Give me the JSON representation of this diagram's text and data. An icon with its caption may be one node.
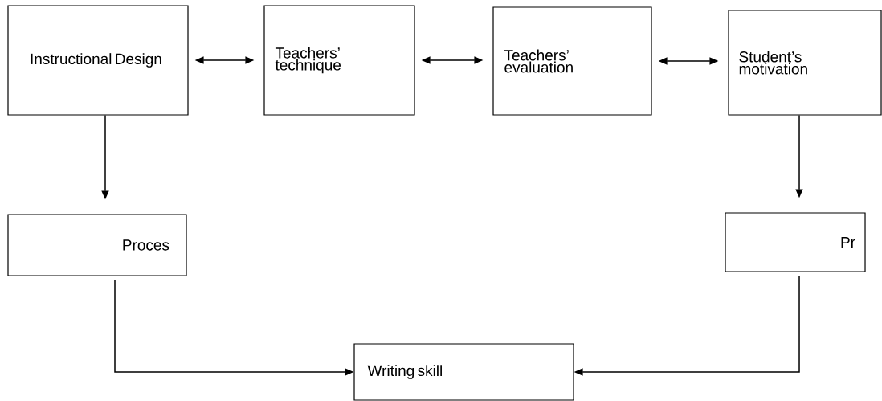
{
  "diagram": {
    "nodes": [
      {
        "text": [
          "Instructional Design"
        ]
      },
      {
        "text": [
          "Teachers’ technique"
        ]
      },
      {
        "text": [
          "Teachers’ evaluation"
        ]
      },
      {
        "text": [
          "Student’s motivation"
        ]
      },
      {
        "text": [
          "Proces"
        ]
      },
      {
        "text": [
          "Pr"
        ]
      },
      {
        "text": [
          "Writing skill"
        ]
      }
    ],
    "edges": [
      {
        "from": 0,
        "to": 1,
        "arrow": "both"
      },
      {
        "from": 1,
        "to": 2,
        "arrow": "both"
      },
      {
        "from": 2,
        "to": 3,
        "arrow": "both"
      },
      {
        "from": 0,
        "to": 4,
        "arrow": "to"
      },
      {
        "from": 3,
        "to": 5,
        "arrow": "to"
      },
      {
        "from": 4,
        "to": 6,
        "arrow": "to"
      },
      {
        "from": 5,
        "to": 6,
        "arrow": "to"
      }
    ]
  }
}
